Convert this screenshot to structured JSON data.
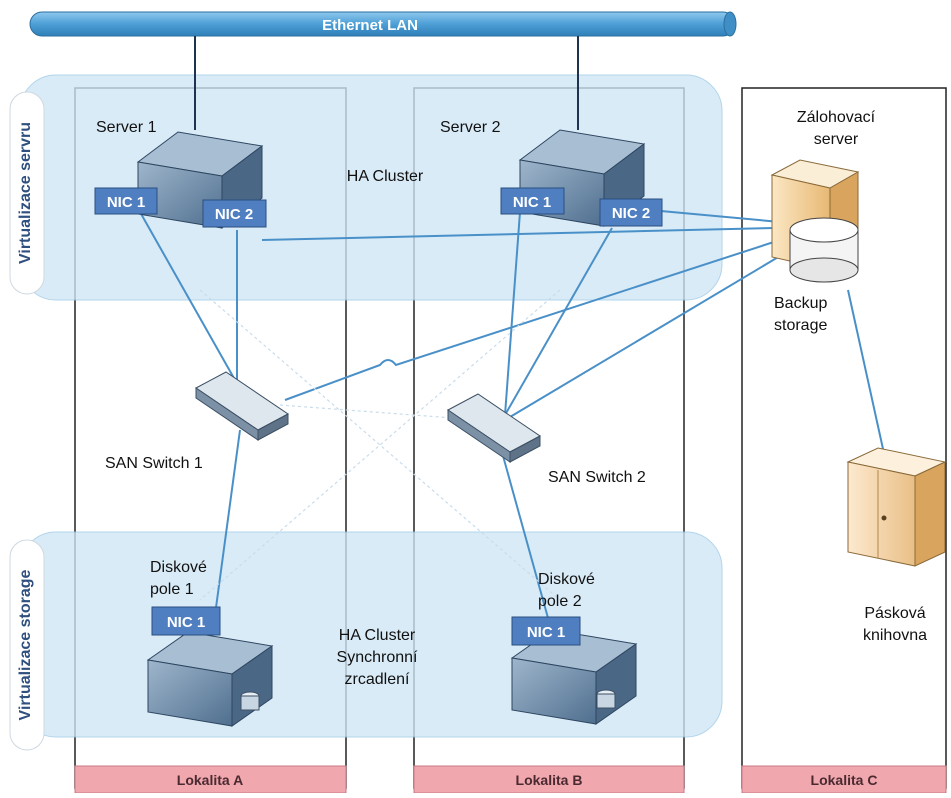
{
  "ethernet_label": "Ethernet LAN",
  "zones": {
    "server_virtualization": "Virtualizace servru",
    "storage_virtualization": "Virtualizace storage"
  },
  "servers": {
    "server1": "Server 1",
    "server2": "Server 2"
  },
  "nics": {
    "s1_nic1": "NIC 1",
    "s1_nic2": "NIC 2",
    "s2_nic1": "NIC 1",
    "s2_nic2": "NIC 2",
    "d1_nic1": "NIC 1",
    "d2_nic1": "NIC 1"
  },
  "cluster_labels": {
    "servers": "HA Cluster",
    "storage_line1": "HA Cluster",
    "storage_line2": "Synchronní",
    "storage_line3": "zrcadlení"
  },
  "switches": {
    "switch1": "SAN Switch 1",
    "switch2": "SAN Switch 2"
  },
  "disk_arrays": {
    "array1_line1": "Diskové",
    "array1_line2": "pole 1",
    "array2_line1": "Diskové",
    "array2_line2": "pole 2"
  },
  "backup": {
    "server_line1": "Zálohovací",
    "server_line2": "server",
    "storage_line1": "Backup",
    "storage_line2": "storage"
  },
  "tape": {
    "line1": "Pásková",
    "line2": "knihovna"
  },
  "locations": {
    "a": "Lokalita A",
    "b": "Lokalita B",
    "c": "Lokalita C"
  },
  "colors": {
    "link": "#4a90c8",
    "nic_fill": "#4f7fc0",
    "zone_fill": "#cfe6f5",
    "location_fill": "#f0a7ae",
    "ethernet_fill": "#5aa9dc",
    "server_body": "#6f8ba6"
  }
}
